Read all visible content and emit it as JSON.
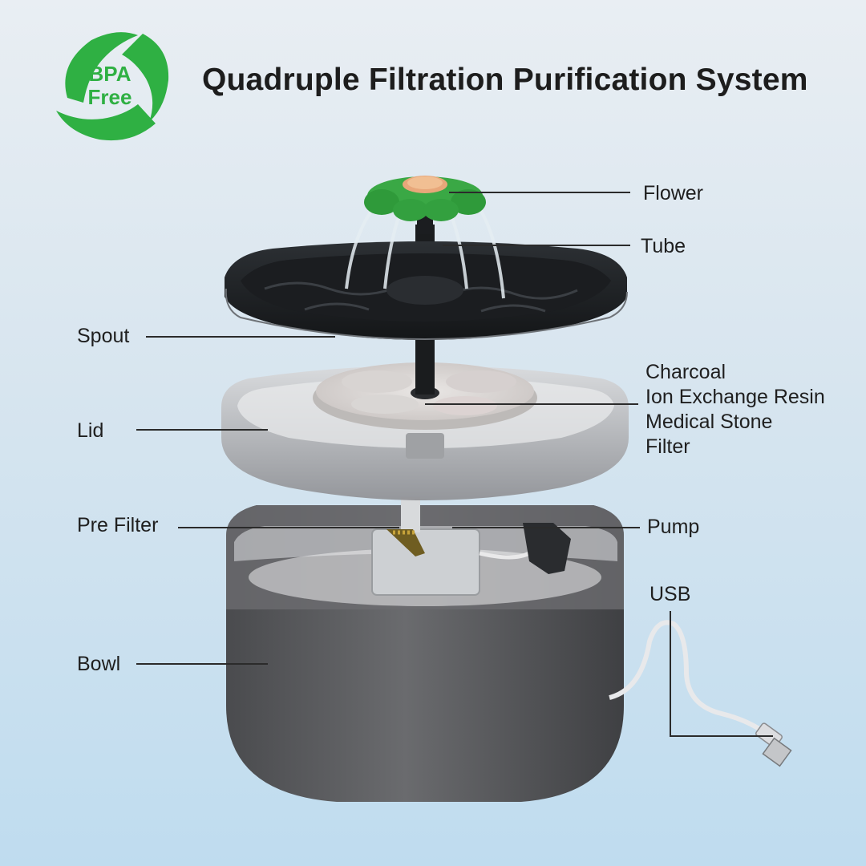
{
  "header": {
    "title": "Quadruple Filtration Purification System"
  },
  "badge": {
    "line1": "BPA",
    "line2": "Free",
    "color": "#2fb043"
  },
  "labels": {
    "flower": "Flower",
    "tube": "Tube",
    "spout": "Spout",
    "lid": "Lid",
    "filter_lines": [
      "Charcoal",
      "Ion Exchange Resin",
      "Medical Stone",
      "Filter"
    ],
    "pre_filter": "Pre Filter",
    "pump": "Pump",
    "usb": "USB",
    "bowl": "Bowl"
  },
  "colors": {
    "flower_green": "#3aa845",
    "flower_center": "#e8a77a",
    "dark_tray": "#1e2124",
    "bowl_gray": "#5c5d60",
    "lid_gray": "#a9aaad"
  }
}
